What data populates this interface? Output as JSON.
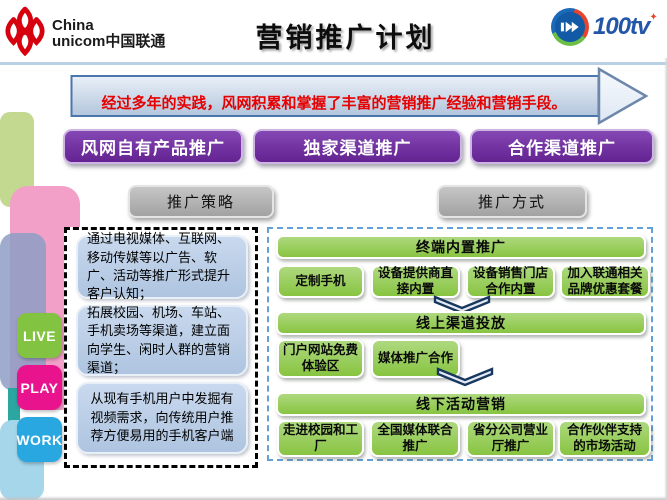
{
  "header": {
    "unicom_logo": {
      "line1": "China",
      "line2": "unicom中国联通"
    },
    "title": "营销推广计划",
    "tv_logo": {
      "text": "100tv",
      "mark": "✦"
    }
  },
  "banner": {
    "text": "经过多年的实践，风网积累和掌握了丰富的营销推广经验和营销手段。"
  },
  "categories": [
    {
      "label": "风网自有产品推广"
    },
    {
      "label": "独家渠道推广"
    },
    {
      "label": "合作渠道推广"
    }
  ],
  "section_labels": {
    "strategy": "推广策略",
    "method": "推广方式"
  },
  "strategies": [
    {
      "text": "通过电视媒体、互联网、移动传媒等以广告、软广、活动等推广形式提升客户认知；"
    },
    {
      "text": "拓展校园、机场、车站、手机卖场等渠道，建立面向学生、闲时人群的营销渠道；"
    },
    {
      "text": "从现有手机用户中发掘有视频需求，向传统用户推荐方便易用的手机客户端"
    }
  ],
  "methods": {
    "sections": [
      {
        "header": "终端内置推广",
        "items": [
          "定制手机",
          "设备提供商直接内置",
          "设备销售门店合作内置",
          "加入联通相关品牌优惠套餐"
        ]
      },
      {
        "header": "线上渠道投放",
        "items": [
          "门户网站免费体验区",
          "媒体推广合作"
        ]
      },
      {
        "header": "线下活动营销",
        "items": [
          "走进校园和工厂",
          "全国媒体联合推广",
          "省分公司营业厅推广",
          "合作伙伴支持的市场活动"
        ]
      }
    ]
  },
  "side_tabs": [
    {
      "label": "LIVE"
    },
    {
      "label": "PLAY"
    },
    {
      "label": "WORK"
    }
  ],
  "colors": {
    "purple_button": "#7030a0",
    "green_box": "#8cc63f",
    "gray_button": "#a6a6a6",
    "blue_box": "#b8cce4",
    "banner_red_text": "#e60000",
    "banner_fill": "#c5d4e6",
    "dashed_blue": "#64a0d8",
    "tab_live": "#82c341",
    "tab_play": "#e9138d",
    "tab_work": "#28a7e0",
    "unicom_red": "#d6000f"
  }
}
